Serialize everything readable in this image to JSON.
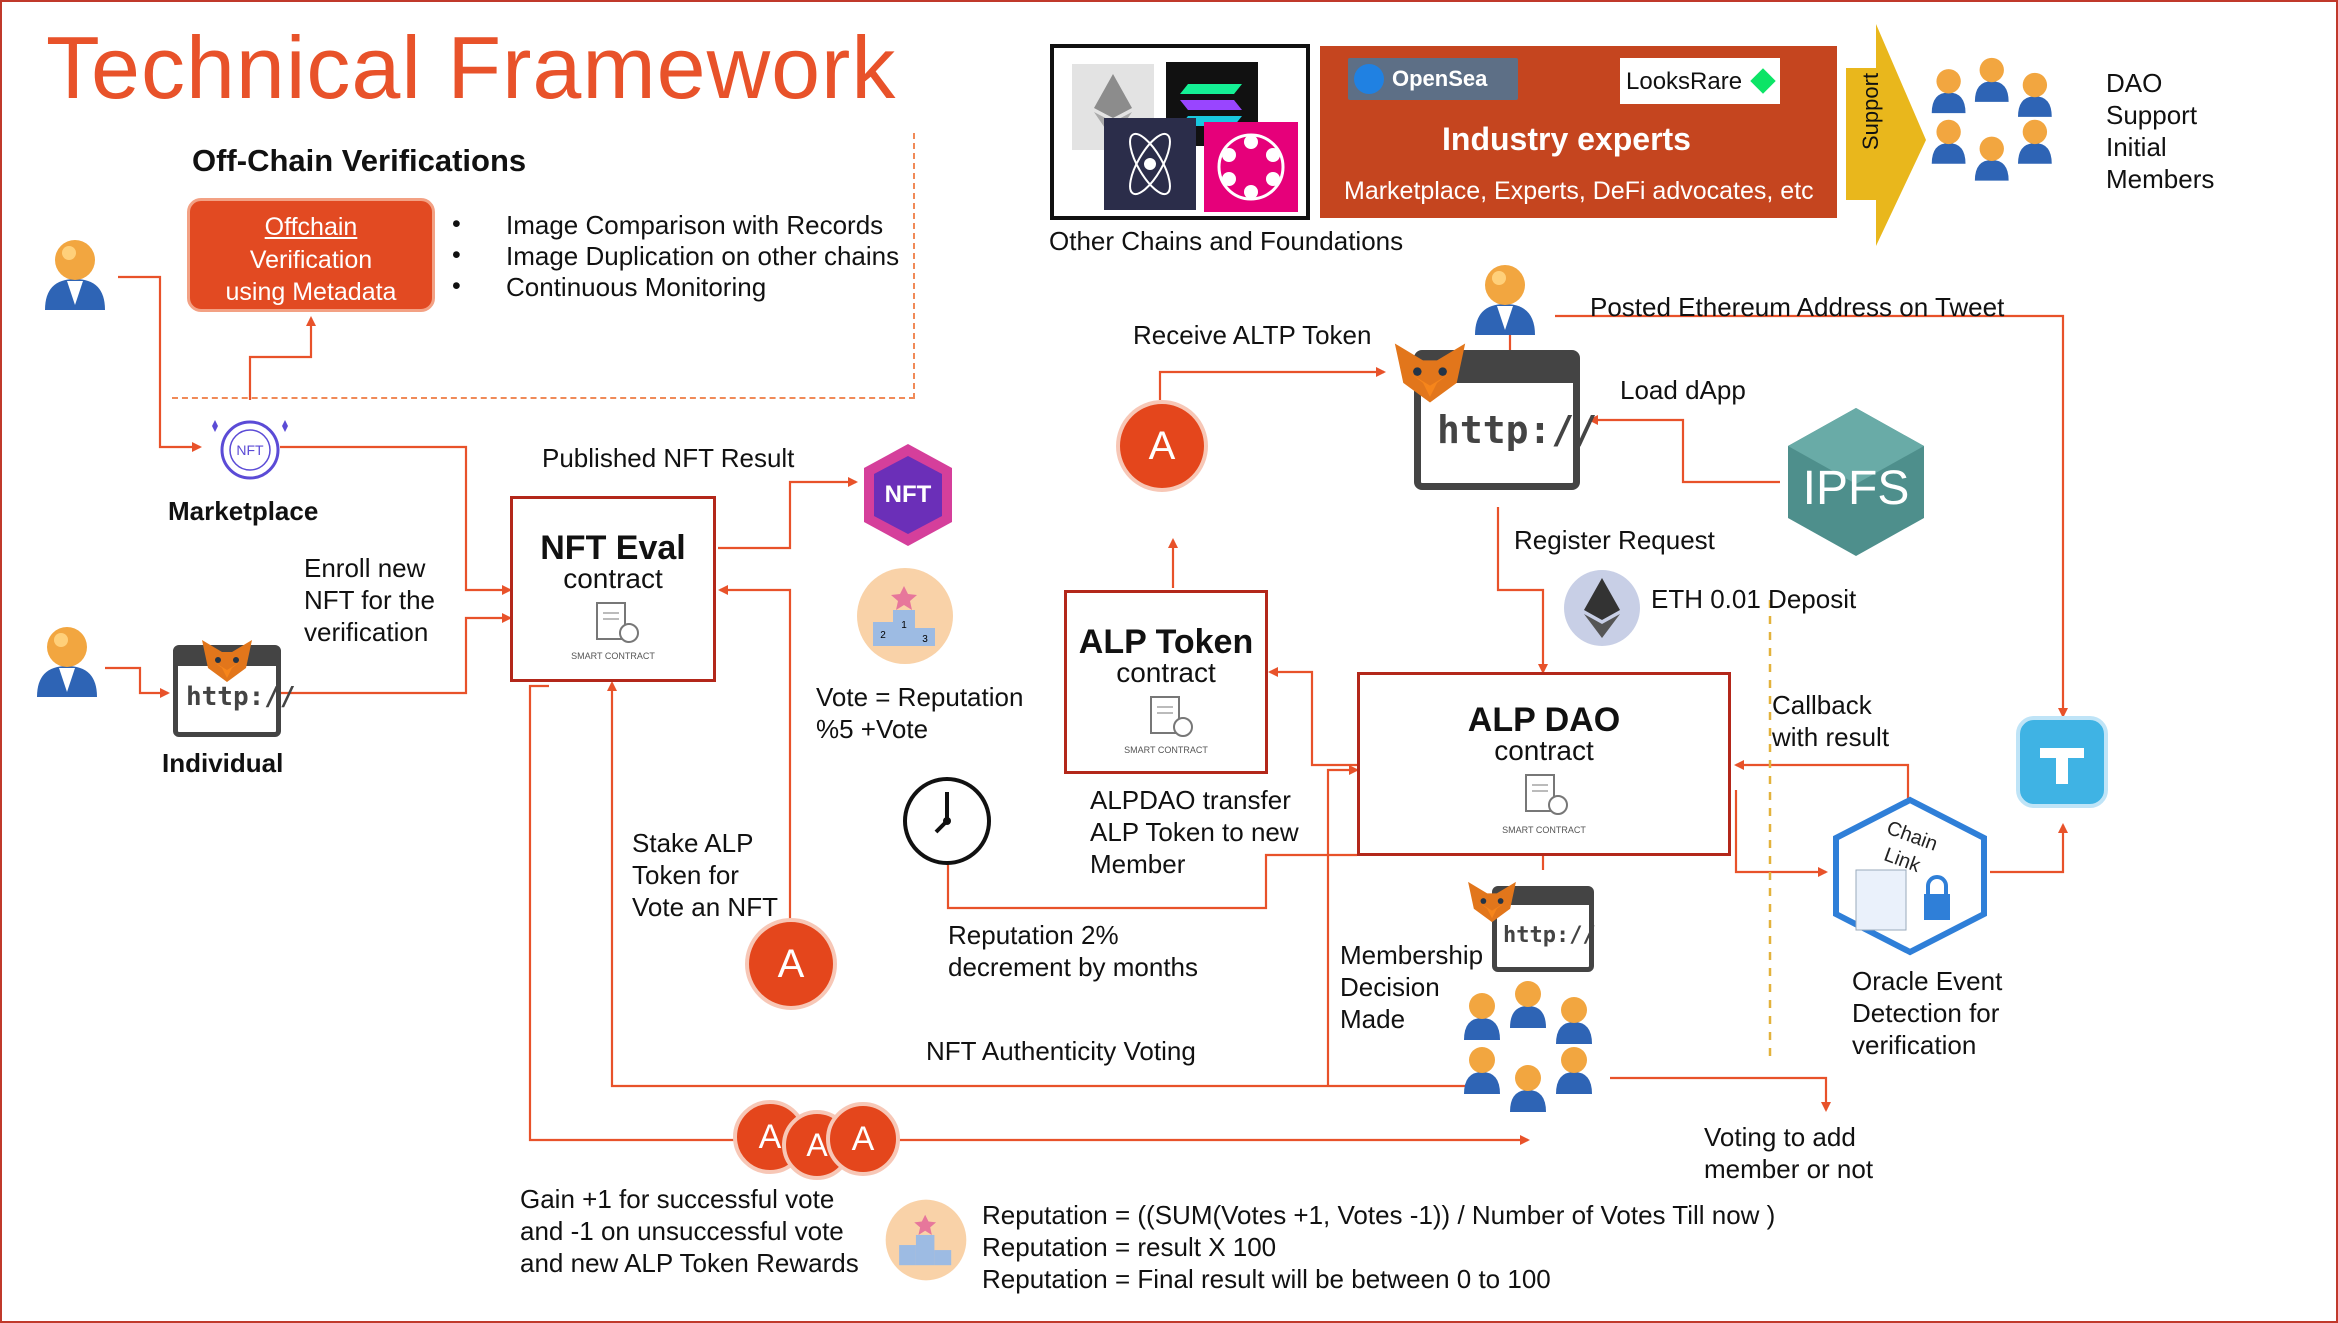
{
  "title": "Technical Framework",
  "offchain": {
    "heading": "Off-Chain Verifications",
    "box_lines": [
      "Offchain",
      "Verification",
      "using Metadata"
    ],
    "bullets": [
      "Image Comparison with Records",
      "Image Duplication on other chains",
      "Continuous Monitoring"
    ]
  },
  "actors": {
    "marketplace": "Marketplace",
    "individual": "Individual"
  },
  "enroll": [
    "Enroll new",
    "NFT for the",
    "verification"
  ],
  "published": "Published NFT Result",
  "nft_badge": "NFT",
  "nft_eval": {
    "title": "NFT Eval",
    "subtitle": "contract",
    "tag": "SMART CONTRACT"
  },
  "alp_token": {
    "title": "ALP Token",
    "subtitle": "contract",
    "tag": "SMART CONTRACT"
  },
  "alp_dao": {
    "title": "ALP DAO",
    "subtitle": "contract",
    "tag": "SMART CONTRACT"
  },
  "vote_rep": [
    "Vote = Reputation",
    "%5 +Vote"
  ],
  "stake": [
    "Stake ALP",
    "Token for",
    "Vote an NFT"
  ],
  "rep_decrement": [
    "Reputation 2%",
    "decrement by months"
  ],
  "alpdao_transfer": [
    "ALPDAO transfer",
    "ALP Token to new",
    "Member"
  ],
  "receive": "Receive ALTP Token",
  "load_dapp": "Load dApp",
  "register": "Register Request",
  "eth_deposit": "ETH 0.01 Deposit",
  "posted": "Posted Ethereum Address on Tweet",
  "callback": [
    "Callback",
    "with result"
  ],
  "oracle": [
    "Oracle Event",
    "Detection for",
    "verification"
  ],
  "chainlink_label": [
    "Chain",
    "Link"
  ],
  "membership": [
    "Membership",
    "Decision",
    "Made"
  ],
  "nft_voting": "NFT Authenticity Voting",
  "voting_add": [
    "Voting to add",
    "member or not"
  ],
  "gain": [
    "Gain +1 for successful vote",
    "and -1 on unsuccessful vote",
    "and new ALP Token Rewards"
  ],
  "formula": [
    "Reputation = ((SUM(Votes +1, Votes -1)) / Number of Votes Till now )",
    "Reputation = result  X 100",
    "Reputation = Final result will be between 0 to 100"
  ],
  "chains_caption": "Other Chains and Foundations",
  "industry": {
    "opensea": "OpenSea",
    "looksrare": "LooksRare",
    "title": "Industry experts",
    "subtitle": "Marketplace, Experts, DeFi advocates, etc"
  },
  "support": "Support",
  "dao_support": [
    "DAO",
    "Support",
    "Initial",
    "Members"
  ],
  "http_text": "http://",
  "ipfs": "IPFS",
  "alp_letter": "A",
  "podium": [
    "2",
    "1",
    "3"
  ],
  "colors": {
    "accent": "#e8522a",
    "dark_red": "#b3271a",
    "industry_bg": "#c5451f",
    "arrow_gold": "#e9b71c",
    "twitter": "#3fb3e4",
    "ipfs": "#4e8f8c"
  }
}
